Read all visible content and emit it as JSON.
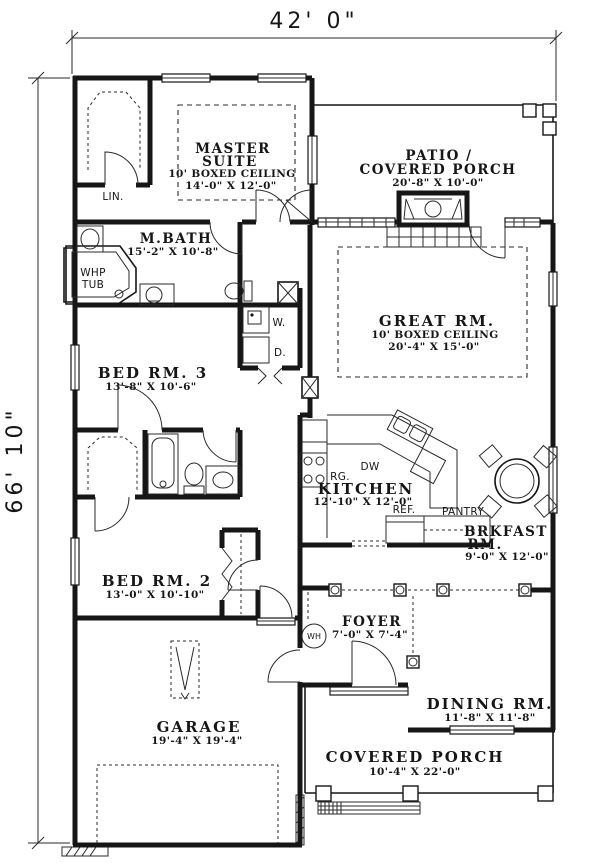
{
  "page": {
    "background": "#ffffff",
    "ink": "#161616",
    "type": "architectural floor plan"
  },
  "dimensions": {
    "overall_width": "42' 0\"",
    "overall_depth": "66' 10\""
  },
  "rooms": {
    "master_suite": {
      "line1": "MASTER",
      "line2": "SUITE",
      "ceiling": "10' BOXED CEILING",
      "size": "14'-0\" X 12'-0\""
    },
    "patio": {
      "line1": "PATIO /",
      "line2": "COVERED PORCH",
      "size": "20'-8\" X 10'-0\""
    },
    "master_bath": {
      "name": "M.BATH",
      "size": "15'-2\" X 10'-8\""
    },
    "great_room": {
      "name": "GREAT RM.",
      "ceiling": "10' BOXED CEILING",
      "size": "20'-4\" X 15'-0\""
    },
    "bedroom3": {
      "name": "BED RM. 3",
      "size": "13'-8\" X 10'-6\""
    },
    "kitchen": {
      "name": "KITCHEN",
      "size": "12'-10\" X 12'-0\""
    },
    "breakfast": {
      "line1": "BRKFAST",
      "line2": "RM.",
      "size": "9'-0\" X 12'-0\""
    },
    "bedroom2": {
      "name": "BED RM. 2",
      "size": "13'-0\" X 10'-10\""
    },
    "foyer": {
      "name": "FOYER",
      "size": "7'-0\" X 7'-4\""
    },
    "dining": {
      "name": "DINING RM.",
      "size": "11'-8\" X 11'-8\""
    },
    "garage": {
      "name": "GARAGE",
      "size": "19'-4\" X 19'-4\""
    },
    "covered_porch": {
      "name": "COVERED PORCH",
      "size": "10'-4\" X 22'-0\""
    }
  },
  "fixtures": {
    "linen": "LIN.",
    "whirlpool_line1": "WHP",
    "whirlpool_line2": "TUB",
    "washer": "W.",
    "dryer": "D.",
    "range": "RG.",
    "dishwasher": "DW",
    "refrigerator": "REF.",
    "pantry": "PANTRY",
    "water_heater": "WH"
  }
}
